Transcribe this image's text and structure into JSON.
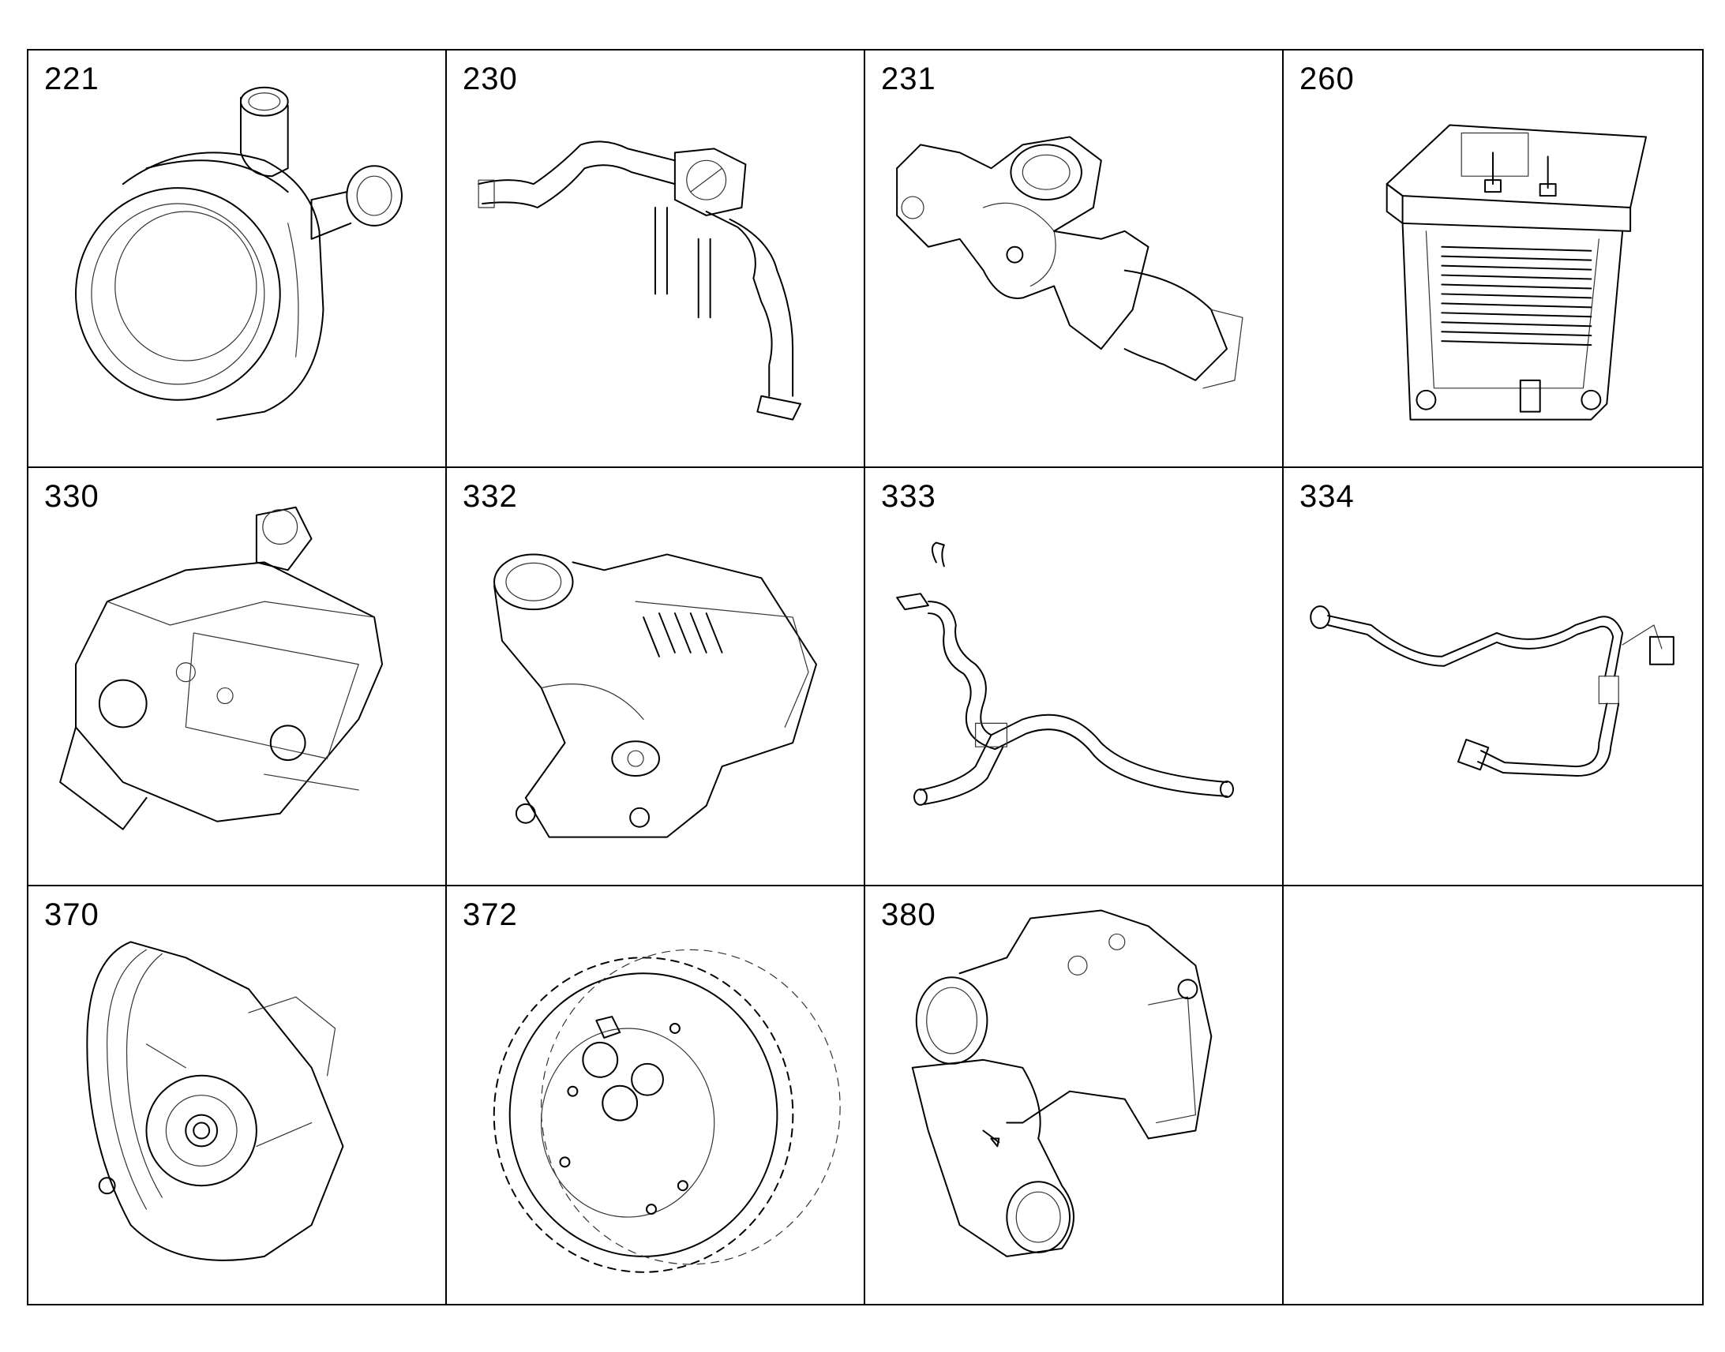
{
  "cells": [
    {
      "number": "221",
      "icon": "turbocharger-compressor-icon"
    },
    {
      "number": "230",
      "icon": "coolant-pipe-assembly-icon"
    },
    {
      "number": "231",
      "icon": "thermostat-housing-icon"
    },
    {
      "number": "260",
      "icon": "oil-cooler-icon"
    },
    {
      "number": "330",
      "icon": "injection-pump-icon"
    },
    {
      "number": "332",
      "icon": "oil-pan-housing-icon"
    },
    {
      "number": "333",
      "icon": "breather-hose-icon"
    },
    {
      "number": "334",
      "icon": "fuel-line-icon"
    },
    {
      "number": "370",
      "icon": "water-pump-volute-icon"
    },
    {
      "number": "372",
      "icon": "gear-wheel-icon"
    },
    {
      "number": "380",
      "icon": "water-pump-housing-icon"
    },
    {
      "number": "",
      "icon": ""
    }
  ]
}
